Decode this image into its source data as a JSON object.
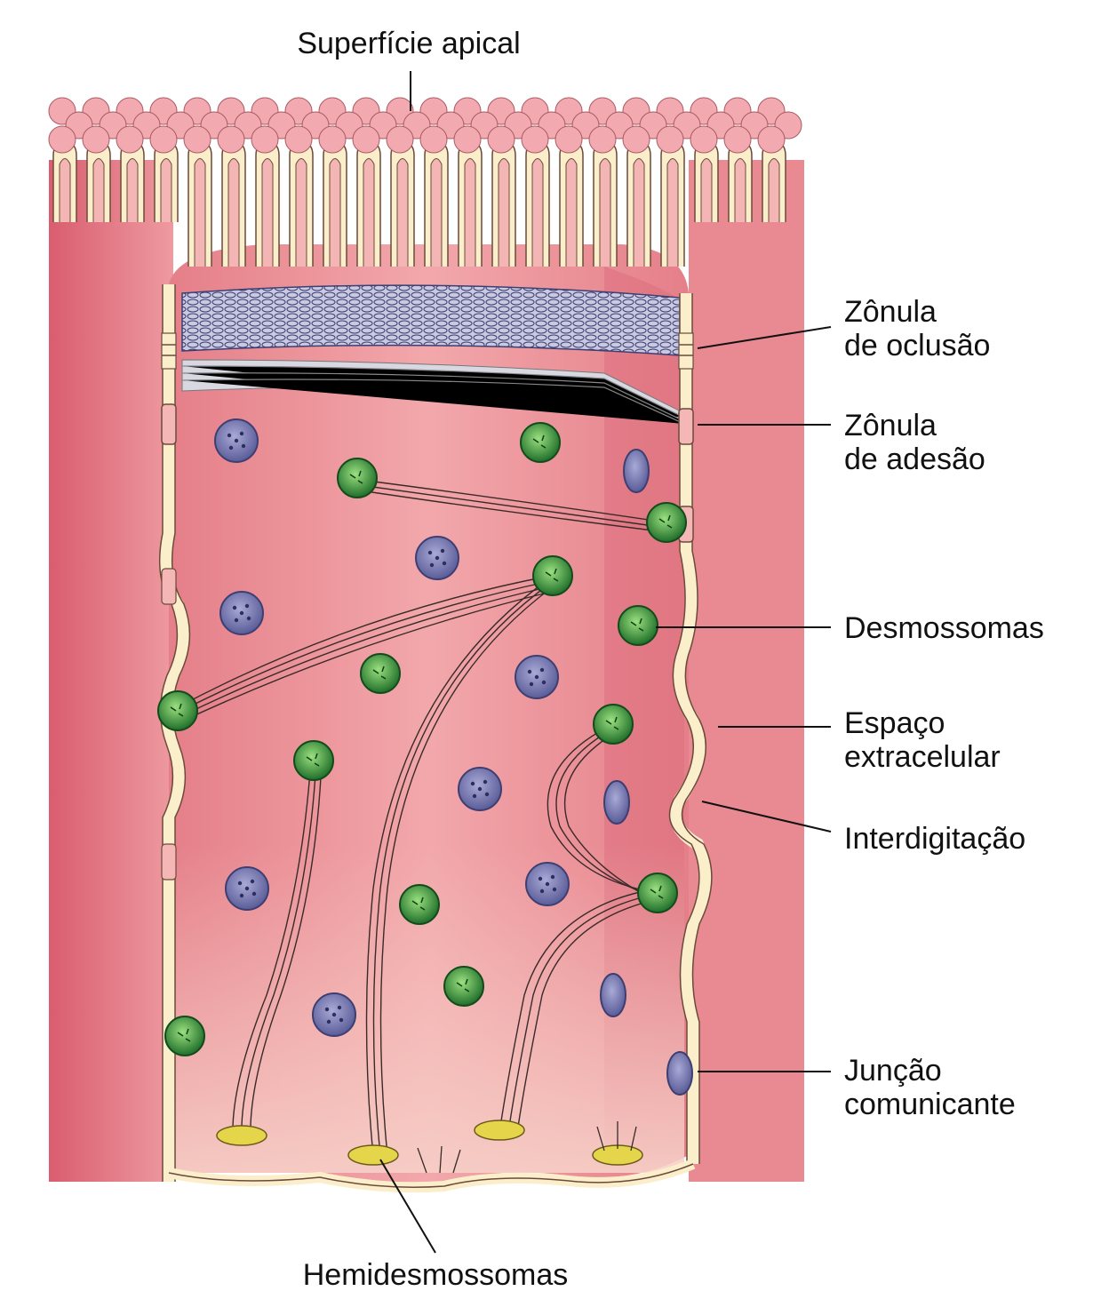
{
  "labels": {
    "apical": "Superfície apical",
    "zonula_oclusao": [
      "Zônula",
      "de oclusão"
    ],
    "zonula_adesao": [
      "Zônula",
      "de adesão"
    ],
    "desmossomas": "Desmossomas",
    "espaco": [
      "Espaço",
      "extracelular"
    ],
    "interdigitacao": "Interdigitação",
    "juncao": [
      "Junção",
      "comunicante"
    ],
    "hemidesmossomas": "Hemidesmossomas"
  },
  "colors": {
    "cytoplasm": "#e98d95",
    "cytoplasm_dark": "#d96877",
    "cytoplasm_light": "#f6c3c0",
    "membrane": "#fbeecb",
    "membrane_stroke": "#6b4a3a",
    "microvilli_tip": "#f2aab0",
    "desmosome": "#2f8f3d",
    "desmosome_light": "#8fd27a",
    "gap_junction": "#7c7fb8",
    "hemidesmosome": "#e5d54a"
  }
}
